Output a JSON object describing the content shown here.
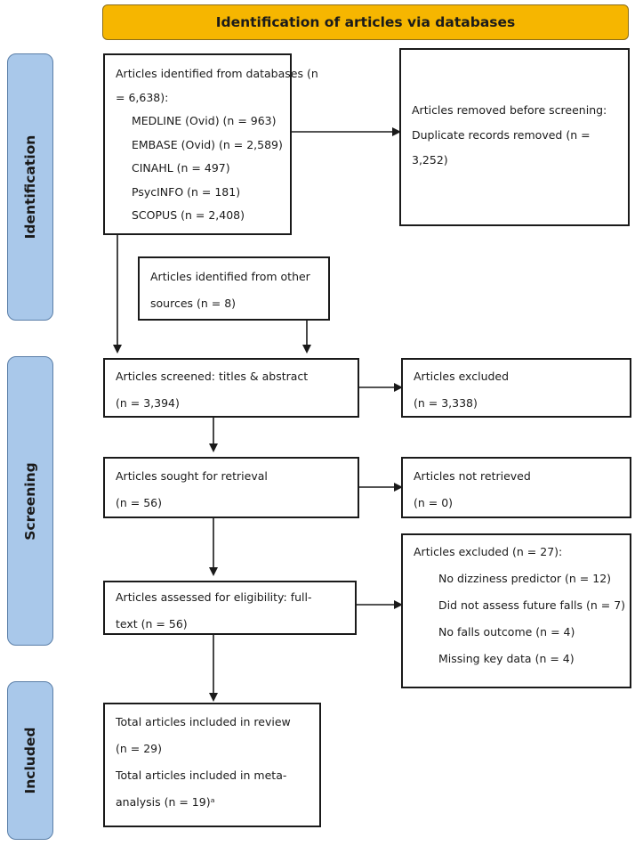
{
  "header": {
    "title": "Identification of articles via databases"
  },
  "phases": {
    "identification": "Identification",
    "screening": "Screening",
    "included": "Included"
  },
  "boxes": {
    "databases": {
      "intro_1": "Articles identified from databases (n",
      "intro_2": "= 6,638):",
      "sources": [
        "MEDLINE (Ovid) (n = 963)",
        "EMBASE (Ovid) (n = 2,589)",
        "CINAHL (n = 497)",
        "PsycINFO (n = 181)",
        "SCOPUS (n = 2,408)"
      ]
    },
    "removed": {
      "line1": "Articles removed before screening:",
      "line2": "Duplicate records removed (n =",
      "line3": "3,252)"
    },
    "other_sources": {
      "line1": "Articles identified from other",
      "line2": "sources (n = 8)"
    },
    "screened": {
      "line1": "Articles screened: titles & abstract",
      "line2": "(n = 3,394)"
    },
    "excluded_screen": {
      "line1": "Articles excluded",
      "line2": "(n = 3,338)"
    },
    "retrieval": {
      "line1": "Articles sought for retrieval",
      "line2": "(n = 56)"
    },
    "not_retrieved": {
      "line1": "Articles not retrieved",
      "line2": "(n = 0)"
    },
    "eligibility": {
      "line1": "Articles assessed for eligibility: full-",
      "line2": "text (n = 56)"
    },
    "excluded_full": {
      "line1": "Articles excluded (n = 27):",
      "reasons": [
        "No dizziness predictor (n = 12)",
        "Did not assess future falls (n = 7)",
        "No falls outcome (n = 4)",
        "Missing key data (n = 4)"
      ]
    },
    "included": {
      "line1": "Total articles included in review",
      "line2": "(n = 29)",
      "line3": "Total articles included in meta-",
      "line4": "analysis (n = 19)ᵃ"
    }
  },
  "colors": {
    "header_fill": "#f6b600",
    "phase_fill": "#a9c8ea",
    "line": "#1a1a1a"
  }
}
